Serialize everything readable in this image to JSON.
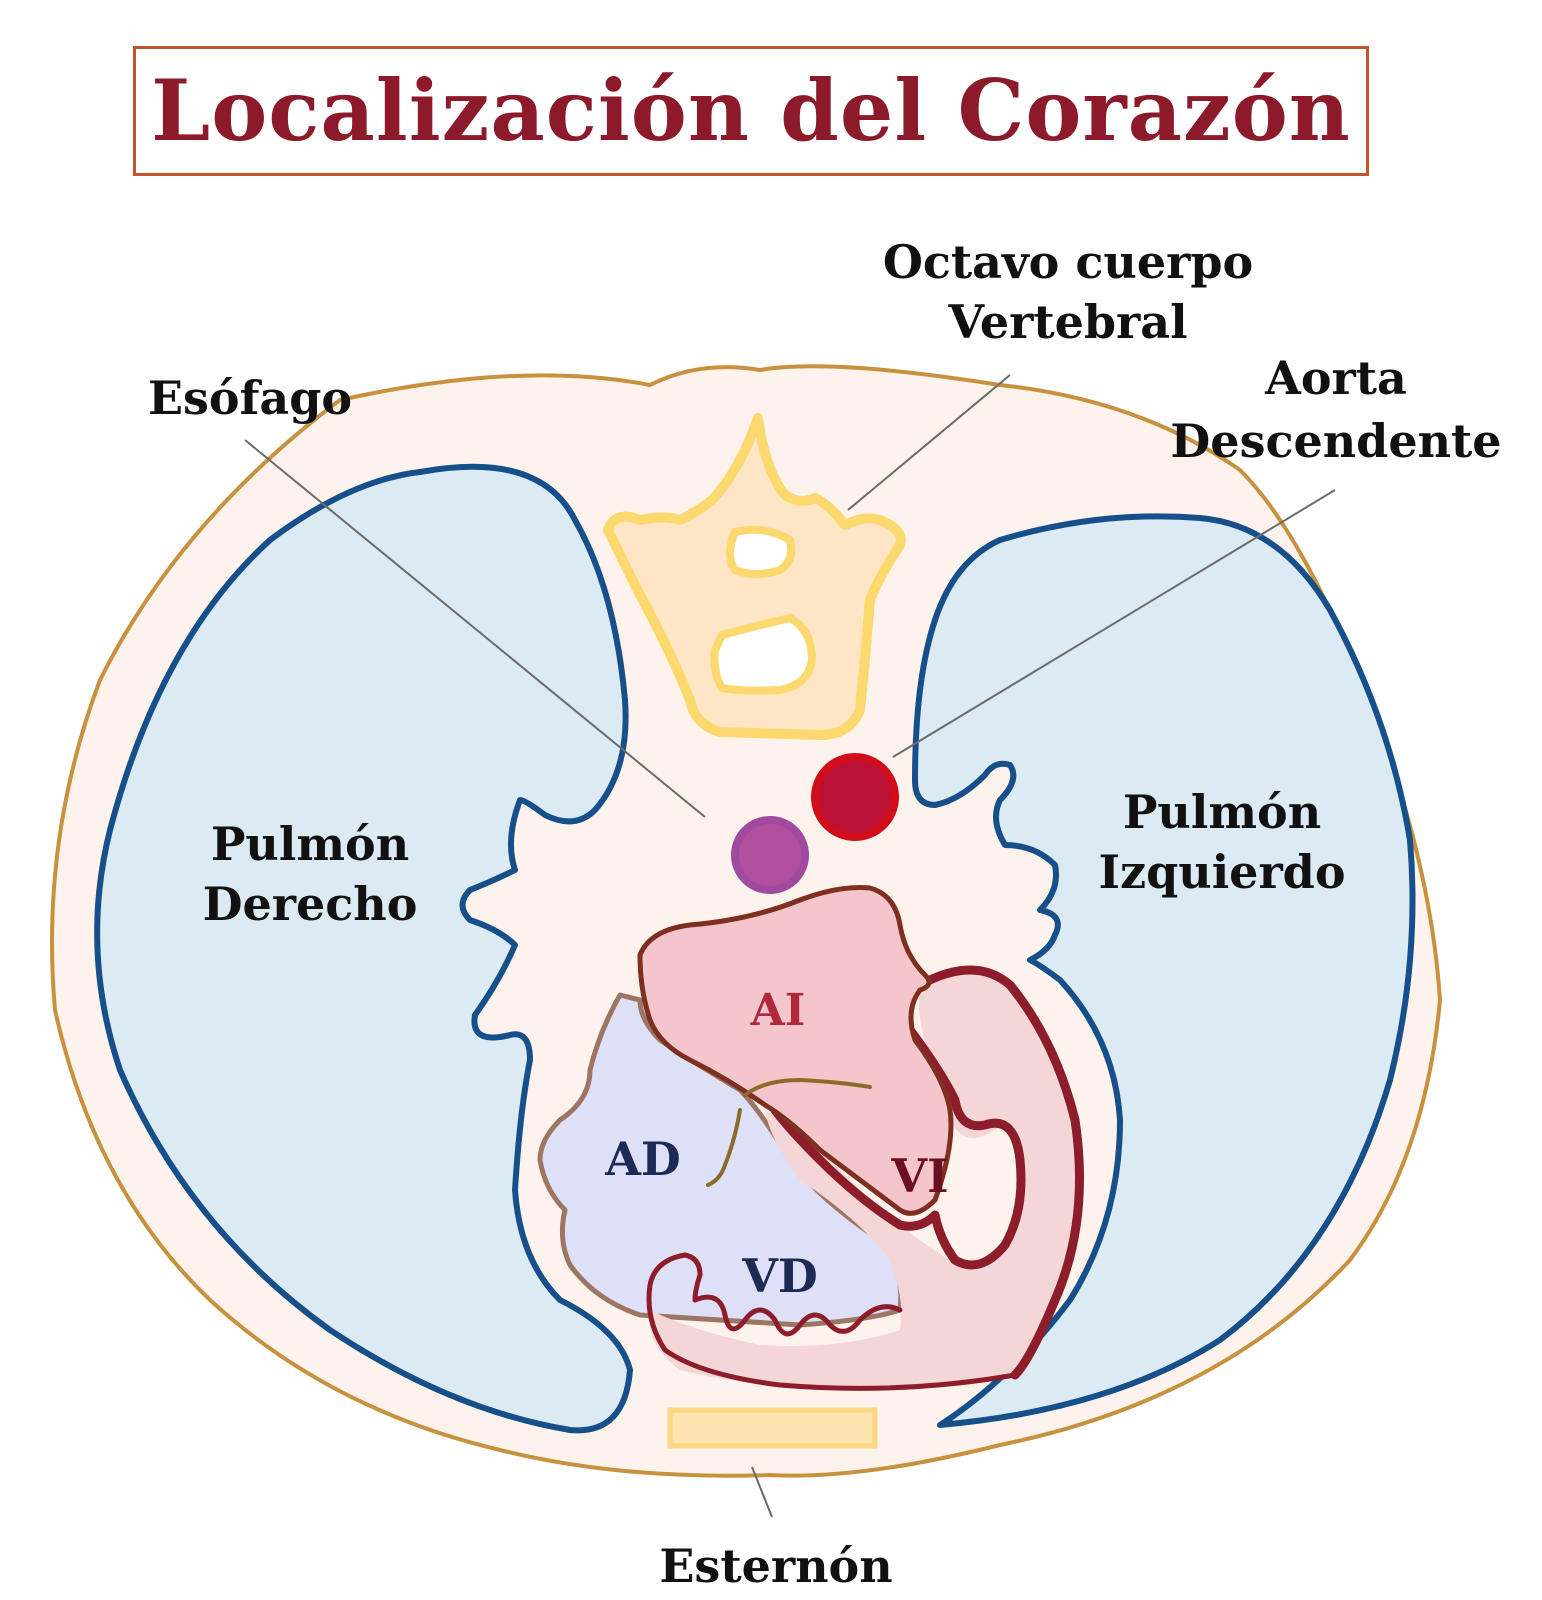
{
  "title": "Localización del Corazón",
  "labels": {
    "vertebra_line1": "Octavo cuerpo",
    "vertebra_line2": "Vertebral",
    "esophagus": "Esófago",
    "aorta_line1": "Aorta",
    "aorta_line2": "Descendente",
    "right_lung_line1": "Pulmón",
    "right_lung_line2": "Derecho",
    "left_lung_line1": "Pulmón",
    "left_lung_line2": "Izquierdo",
    "sternum": "Esternón",
    "left_atrium": "AI",
    "right_atrium": "AD",
    "left_ventricle": "VI",
    "right_ventricle": "VD"
  },
  "colors": {
    "body_fill": "#fdf3ec",
    "body_outline": "#c8913e",
    "lung_fill": "#dbeaf3",
    "lung_outline": "#164f8a",
    "vertebra_fill": "#fde5c6",
    "vertebra_outline": "#fcd96e",
    "esophagus": "#a04a9e",
    "aorta": "#bb1136",
    "left_atrium_fill": "#f4c6cc",
    "left_atrium_outline": "#7e2f1f",
    "right_atrium_fill": "#dde0f6",
    "right_atrium_outline": "#9d7564",
    "ventricle_fill": "#f4d6d6",
    "ventricle_outline": "#8e1d2b",
    "sternum_fill": "#fde3b0",
    "sternum_outline": "#fcd680",
    "title_color": "#8c1a2b",
    "title_border": "#c4542c",
    "leader_line": "#6b6b6b"
  }
}
